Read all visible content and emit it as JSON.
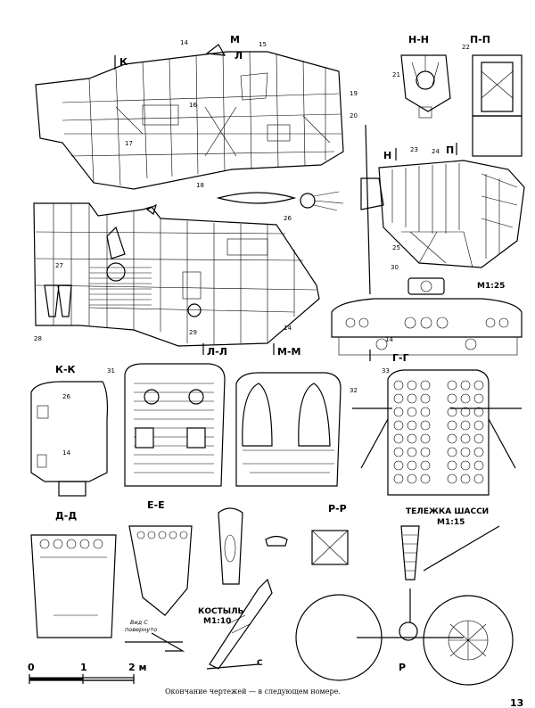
{
  "sections": {
    "nn": "Н-Н",
    "pp": "П-П",
    "ll": "Л-Л",
    "mm": "М-М",
    "kk": "К-К",
    "gg": "Г-Г",
    "dd": "Д-Д",
    "ee": "Е-Е",
    "rr": "Р-Р"
  },
  "markers": {
    "k": "К",
    "m": "М",
    "l": "Л",
    "n": "Н",
    "p": "П",
    "r": "Р",
    "c": "С"
  },
  "part_numbers": [
    "14",
    "15",
    "16",
    "17",
    "18",
    "19",
    "20",
    "21",
    "22",
    "23",
    "24",
    "25",
    "26",
    "27",
    "28",
    "29",
    "30",
    "31",
    "32",
    "33"
  ],
  "scale_labels": {
    "panel_scale": "М1:25",
    "tailskid_title": "КОСТЫЛЬ",
    "tailskid_scale": "М1:10",
    "chassis_title": "ТЕЛЕЖКА ШАССИ",
    "chassis_scale": "М1:15",
    "view_c_line1": "Вид С",
    "view_c_line2": "повернуто"
  },
  "scale_bar": {
    "t0": "0",
    "t1": "1",
    "t2": "2 м"
  },
  "footer": "Окончание чертежей — в следующем номере.",
  "page_number": "13"
}
